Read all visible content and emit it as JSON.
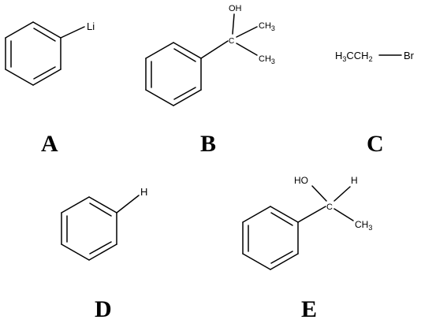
{
  "structures": {
    "A": {
      "label": "A",
      "substituent": "Li"
    },
    "B": {
      "label": "B",
      "oh": "OH",
      "carbon": "C",
      "ch3_top": {
        "main": "CH",
        "sub": "3"
      },
      "ch3_bottom": {
        "main": "CH",
        "sub": "3"
      }
    },
    "C": {
      "label": "C",
      "formula": {
        "h": "H",
        "h_sub": "3",
        "c1": "CH",
        "c1_sub": "2",
        "br": "Br",
        "c_first": "C"
      }
    },
    "D": {
      "label": "D",
      "substituent": "H"
    },
    "E": {
      "label": "E",
      "oh": "HO",
      "h": "H",
      "carbon": "C",
      "ch3": {
        "main": "CH",
        "sub": "3"
      }
    }
  }
}
